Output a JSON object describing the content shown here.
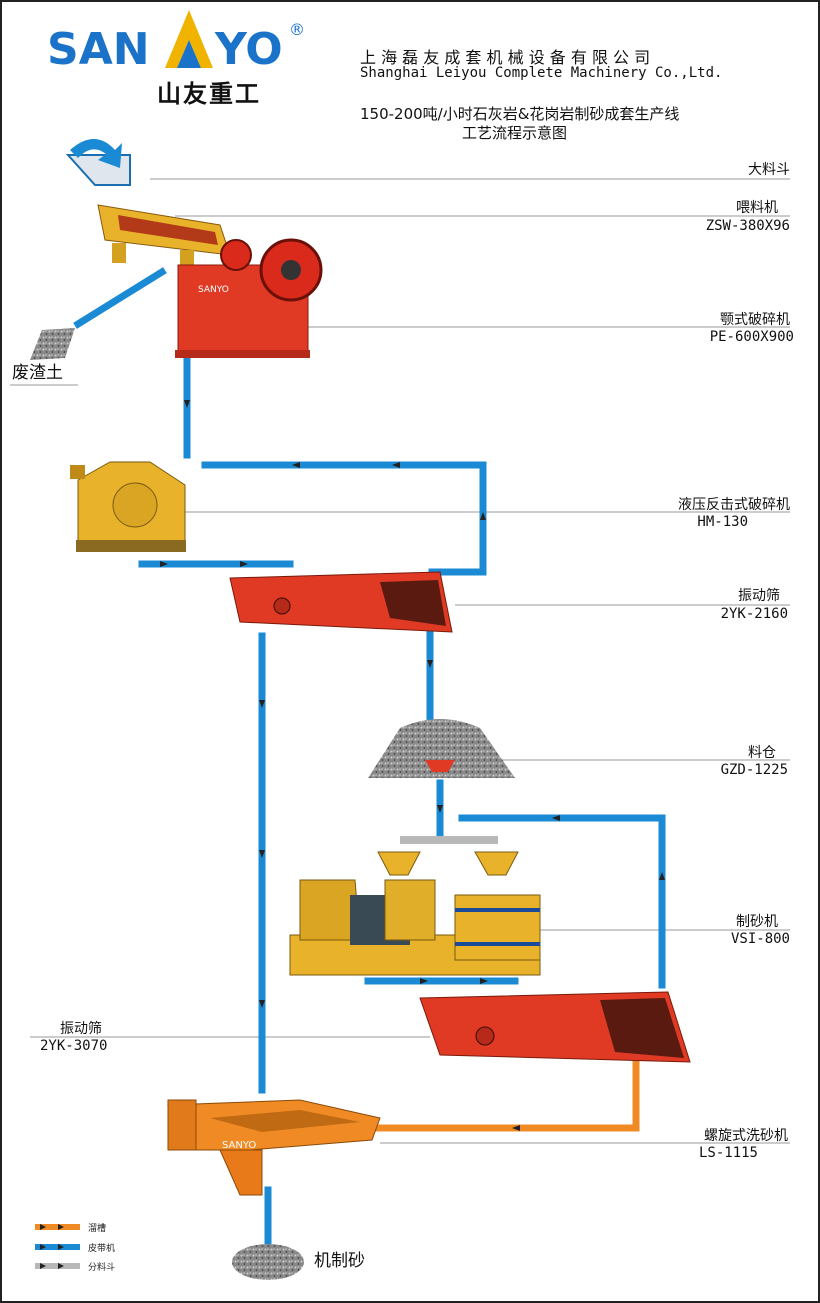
{
  "logo": {
    "text_left": "SAN",
    "text_right": "YO",
    "reg": "®",
    "sub": "山友重工"
  },
  "company": {
    "cn": "上 海 磊 友 成 套 机 械 设 备 有 限 公 司",
    "en": "Shanghai Leiyou  Complete Machinery Co.,Ltd."
  },
  "title": {
    "line1": "150-200吨/小时石灰岩&花岗岩制砂成套生产线",
    "line2": "工艺流程示意图"
  },
  "labels": {
    "hopper": {
      "name": "大料斗"
    },
    "feeder": {
      "name": "喂料机",
      "model": "ZSW-380X96"
    },
    "jaw": {
      "name": "颚式破碎机",
      "model": "PE-600X900"
    },
    "waste": {
      "name": "废渣土"
    },
    "impact": {
      "name": "液压反击式破碎机",
      "model": "HM-130"
    },
    "screen1": {
      "name": "振动筛",
      "model": "2YK-2160"
    },
    "bin": {
      "name": "料仓",
      "model": "GZD-1225"
    },
    "vsi": {
      "name": "制砂机",
      "model": "VSI-800"
    },
    "screen2": {
      "name": "振动筛",
      "model": "2YK-3070"
    },
    "washer": {
      "name": "螺旋式洗砂机",
      "model": "LS-1115"
    },
    "sand": {
      "name": "机制砂"
    }
  },
  "legend": [
    {
      "label": "溜槽",
      "color": "#f08a24"
    },
    {
      "label": "皮带机",
      "color": "#1a8ad4"
    },
    {
      "label": "分料斗",
      "color": "#b8b8b8"
    }
  ],
  "colors": {
    "belt": "#1a8ad4",
    "chute": "#f08a24",
    "splitter": "#b8b8b8",
    "machine_red": "#e03a25",
    "machine_yellow": "#e8b32a"
  }
}
